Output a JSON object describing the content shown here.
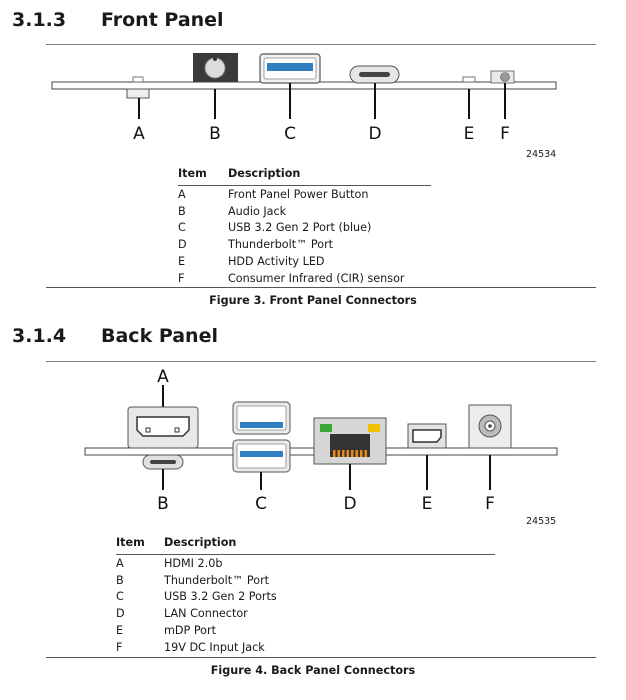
{
  "front": {
    "section_number": "3.1.3",
    "section_title": "Front Panel",
    "callouts": [
      "A",
      "B",
      "C",
      "D",
      "E",
      "F"
    ],
    "art_number": "24534",
    "table_headers": {
      "item": "Item",
      "description": "Description"
    },
    "rows": [
      {
        "item": "A",
        "description": "Front Panel Power Button"
      },
      {
        "item": "B",
        "description": "Audio Jack"
      },
      {
        "item": "C",
        "description": "USB 3.2 Gen 2 Port (blue)"
      },
      {
        "item": "D",
        "description": "Thunderbolt™ Port"
      },
      {
        "item": "E",
        "description": "HDD Activity LED"
      },
      {
        "item": "F",
        "description": "Consumer Infrared (CIR) sensor"
      }
    ],
    "caption": "Figure 3.  Front Panel Connectors"
  },
  "back": {
    "section_number": "3.1.4",
    "section_title": "Back Panel",
    "callouts": [
      "A",
      "B",
      "C",
      "D",
      "E",
      "F"
    ],
    "art_number": "24535",
    "table_headers": {
      "item": "Item",
      "description": "Description"
    },
    "rows": [
      {
        "item": "A",
        "description": "HDMI 2.0b"
      },
      {
        "item": "B",
        "description": "Thunderbolt™ Port"
      },
      {
        "item": "C",
        "description": "USB 3.2 Gen 2 Ports"
      },
      {
        "item": "D",
        "description": "LAN Connector"
      },
      {
        "item": "E",
        "description": "mDP Port"
      },
      {
        "item": "F",
        "description": "19V DC Input Jack"
      }
    ],
    "caption": "Figure 4.  Back Panel Connectors"
  },
  "colors": {
    "usb_blue": "#2f7fc1",
    "led_green": "#3aa635",
    "led_yellow": "#f2c200"
  }
}
